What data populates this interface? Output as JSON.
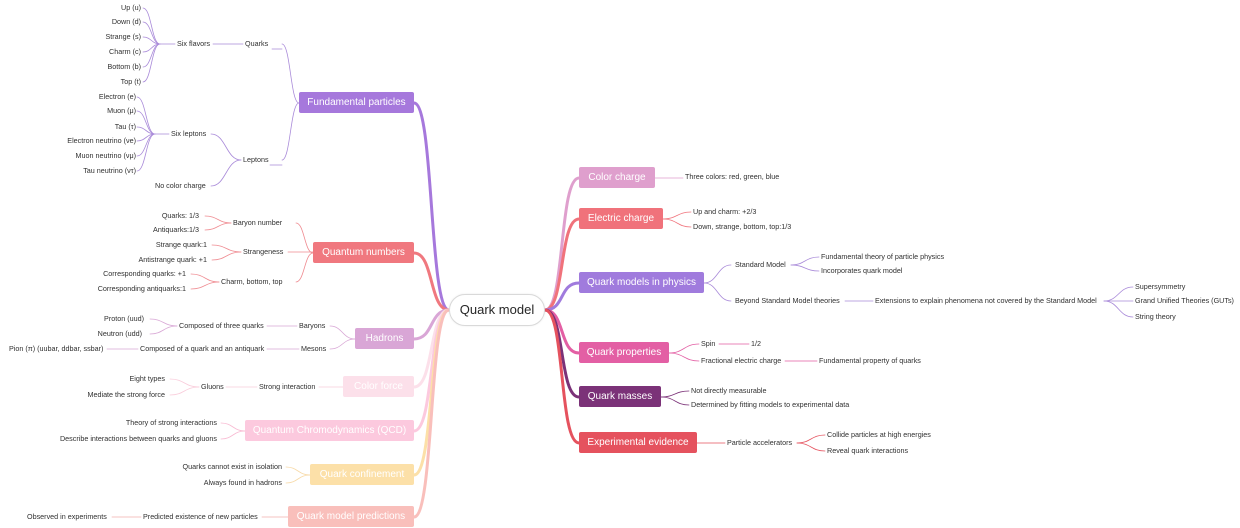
{
  "colors": {
    "fundamental": "#a678dc",
    "quantum": "#f0787f",
    "hadrons": "#d9a6d6",
    "colorforce": "#fce0ea",
    "qcd": "#fcc9de",
    "confinement": "#fce0a8",
    "predictions": "#f9bfbb",
    "colorcharge": "#df9fcd",
    "electric": "#f0727b",
    "models": "#a07bdd",
    "properties": "#e35fa4",
    "masses": "#7b3278",
    "experimental": "#e5525e"
  },
  "root": "Quark model",
  "left": {
    "fundamental": {
      "title": "Fundamental particles",
      "quarks": "Quarks",
      "six_flavors": "Six flavors",
      "flavors": [
        "Up (u)",
        "Down (d)",
        "Strange (s)",
        "Charm (c)",
        "Bottom (b)",
        "Top (t)"
      ],
      "leptons": "Leptons",
      "six_leptons": "Six leptons",
      "lepton_list": [
        "Electron (e)",
        "Muon (μ)",
        "Tau (τ)",
        "Electron neutrino (νe)",
        "Muon neutrino (νμ)",
        "Tau neutrino (ντ)"
      ],
      "no_color": "No color charge"
    },
    "quantum": {
      "title": "Quantum numbers",
      "baryon": "Baryon number",
      "baryon_items": [
        "Quarks: 1/3",
        "Antiquarks:1/3"
      ],
      "strangeness": "Strangeness",
      "strangeness_items": [
        "Strange quark:1",
        "Antistrange quark: +1"
      ],
      "cbt": "Charm, bottom, top",
      "cbt_items": [
        "Corresponding quarks: +1",
        "Corresponding antiquarks:1"
      ]
    },
    "hadrons": {
      "title": "Hadrons",
      "baryons": "Baryons",
      "three": "Composed of three quarks",
      "baryon_items": [
        "Proton (uud)",
        "Neutron (udd)"
      ],
      "mesons": "Mesons",
      "pair": "Composed of a quark and an antiquark",
      "meson_item": "Pion (π) (uubar, ddbar, ssbar)"
    },
    "colorforce": {
      "title": "Color force",
      "strong": "Strong interaction",
      "gluons": "Gluons",
      "gluon_items": [
        "Eight types",
        "Mediate the strong force"
      ]
    },
    "qcd": {
      "title": "Quantum Chromodynamics (QCD)",
      "items": [
        "Theory of strong interactions",
        "Describe interactions between quarks and gluons"
      ]
    },
    "confinement": {
      "title": "Quark confinement",
      "items": [
        "Quarks cannot exist in isolation",
        "Always found in hadrons"
      ]
    },
    "predictions": {
      "title": "Quark model predictions",
      "pred": "Predicted existence of new particles",
      "obs": "Observed in experiments"
    }
  },
  "right": {
    "colorcharge": {
      "title": "Color charge",
      "item": "Three colors: red, green, blue"
    },
    "electric": {
      "title": "Electric charge",
      "items": [
        "Up and charm: +2/3",
        "Down, strange, bottom, top:1/3"
      ]
    },
    "models": {
      "title": "Quark models in physics",
      "sm": "Standard Model",
      "sm_items": [
        "Fundamental theory of particle physics",
        "Incorporates quark model"
      ],
      "bsm": "Beyond Standard Model theories",
      "ext": "Extensions to explain phenomena not covered by the Standard Model",
      "ext_items": [
        "Supersymmetry",
        "Grand Unified Theories (GUTs)",
        "String theory"
      ]
    },
    "properties": {
      "title": "Quark properties",
      "spin": "Spin",
      "spin_val": "1/2",
      "frac": "Fractional electric charge",
      "frac_item": "Fundamental property of quarks"
    },
    "masses": {
      "title": "Quark masses",
      "items": [
        "Not directly measurable",
        "Determined by fitting models to experimental data"
      ]
    },
    "experimental": {
      "title": "Experimental evidence",
      "acc": "Particle accelerators",
      "acc_items": [
        "Collide particles at high energies",
        "Reveal quark interactions"
      ]
    }
  }
}
